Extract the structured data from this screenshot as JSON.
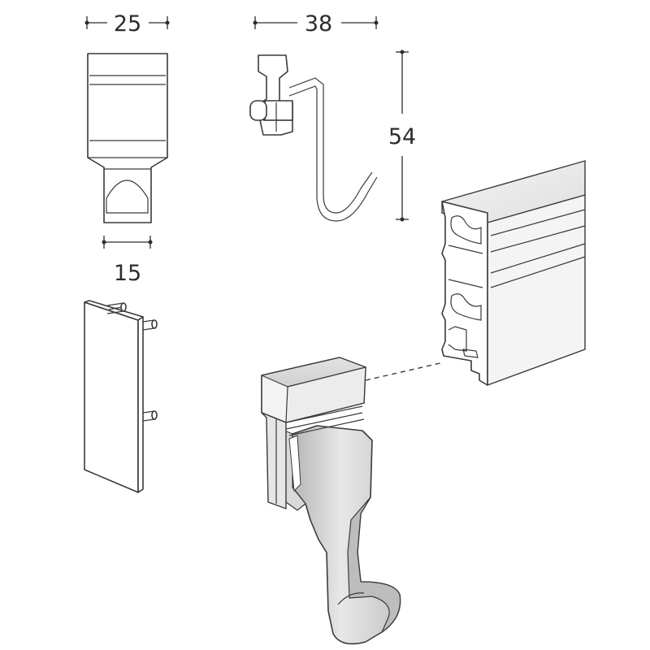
{
  "dimensions": {
    "top_clip_width": "25",
    "top_clip_neck_width": "15",
    "wire_hook_width": "38",
    "wire_hook_height": "54"
  },
  "colors": {
    "line": "#3a3a3a",
    "metal_light": "#e9e9e9",
    "metal_mid": "#cfcfcf",
    "metal_dark": "#a9a9a9"
  }
}
